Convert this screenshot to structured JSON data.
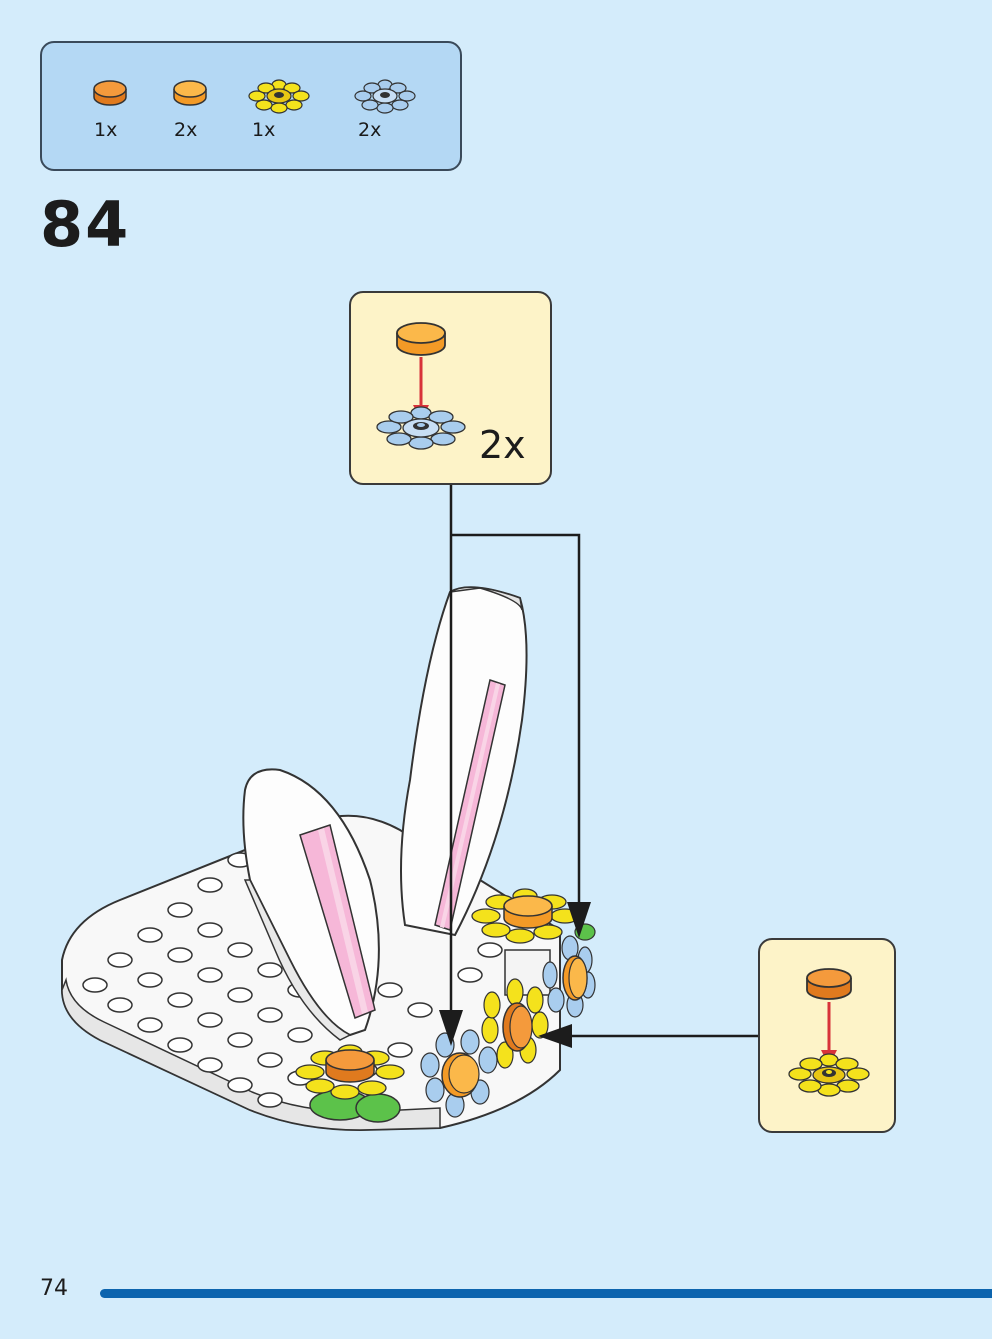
{
  "parts_list": [
    {
      "part": "orange-round-tile",
      "quantity": "1x",
      "color": "#f08a2c"
    },
    {
      "part": "light-orange-round-tile",
      "quantity": "2x",
      "color": "#f7a93a"
    },
    {
      "part": "yellow-flower",
      "quantity": "1x",
      "color": "#f4e21c"
    },
    {
      "part": "light-blue-flower",
      "quantity": "2x",
      "color": "#a9cdee"
    }
  ],
  "step": {
    "number": "84"
  },
  "callout_top": {
    "multiplier": "2x"
  },
  "page": {
    "number": "74"
  },
  "colors": {
    "background": "#d4ecfb",
    "parts_box": "#b4d8f4",
    "callout": "#fdf3c8",
    "page_rule": "#0c64ae",
    "arrow_red": "#d8323a"
  }
}
